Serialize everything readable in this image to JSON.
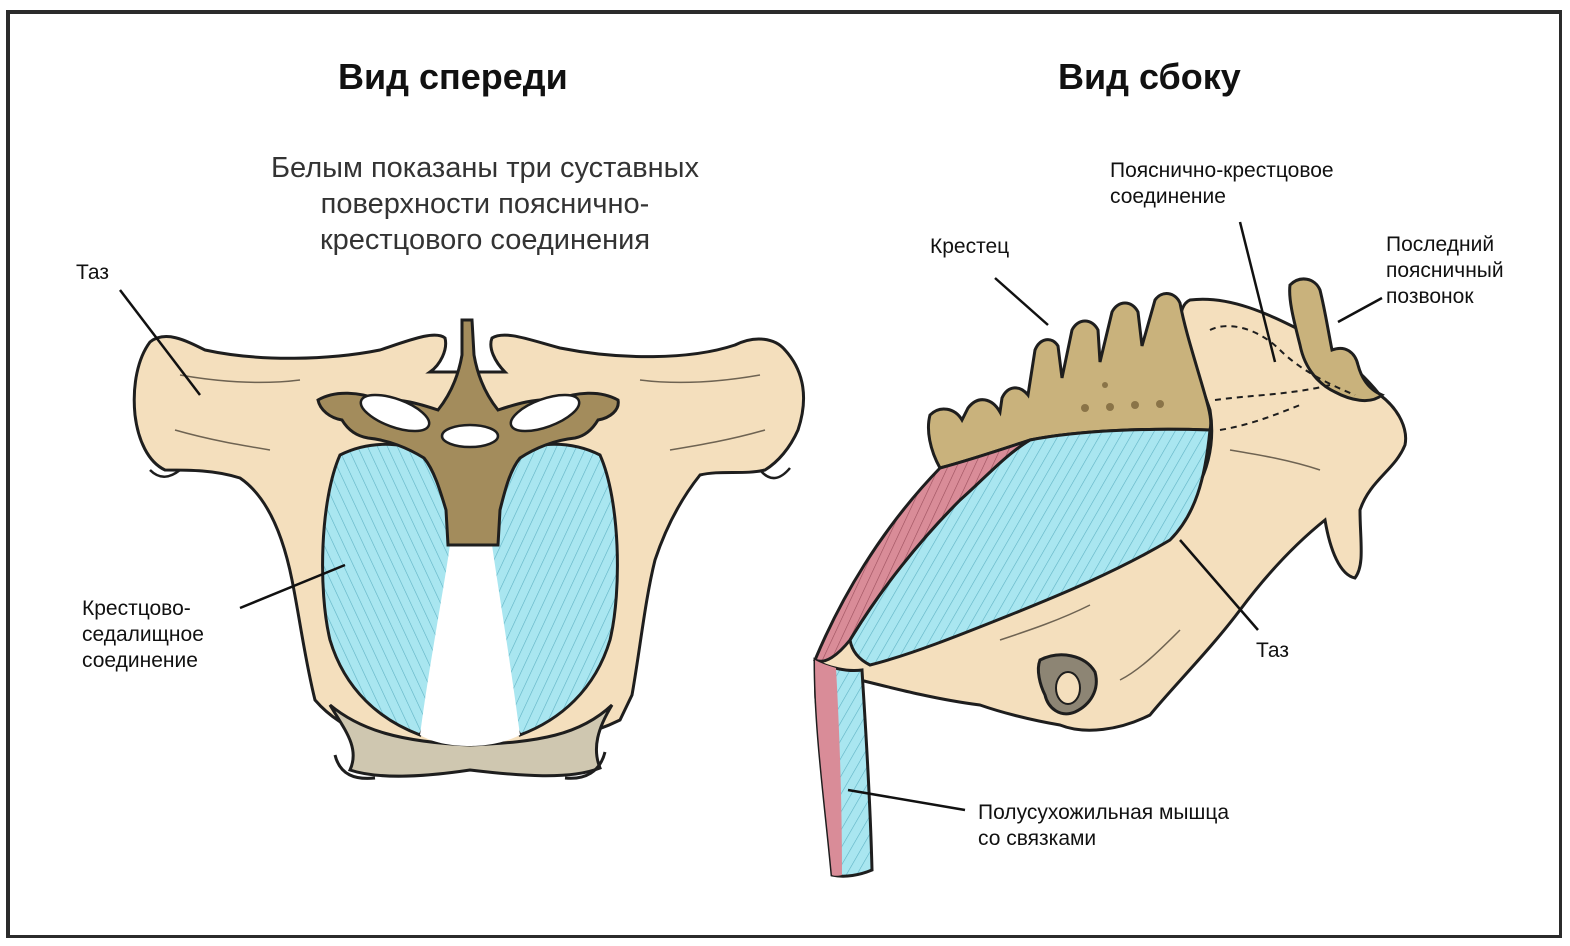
{
  "colors": {
    "bone": "#f4dfbd",
    "vertebra": "#a38c5c",
    "ligament": "#a9e6f0",
    "muscle": "#d98c98",
    "outline": "#1e1e1e",
    "frame": "#2b2b2b"
  },
  "front_view": {
    "title": "Вид спереди",
    "caption_lines": [
      "Белым показаны три суставных",
      "поверхности пояснично-",
      "крестцового соединения"
    ],
    "label_pelvis": "Таз",
    "label_sacrosciatic_lines": [
      "Крестцово-",
      "седалищное",
      "соединение"
    ]
  },
  "side_view": {
    "title": "Вид сбоку",
    "label_lumbosacral_lines": [
      "Пояснично-крестцовое",
      "соединение"
    ],
    "label_sacrum": "Крестец",
    "label_last_lumbar_lines": [
      "Последний",
      "поясничный",
      "позвонок"
    ],
    "label_pelvis": "Таз",
    "label_semitendinosus_lines": [
      "Полусухожильная мышца",
      "со связками"
    ]
  }
}
